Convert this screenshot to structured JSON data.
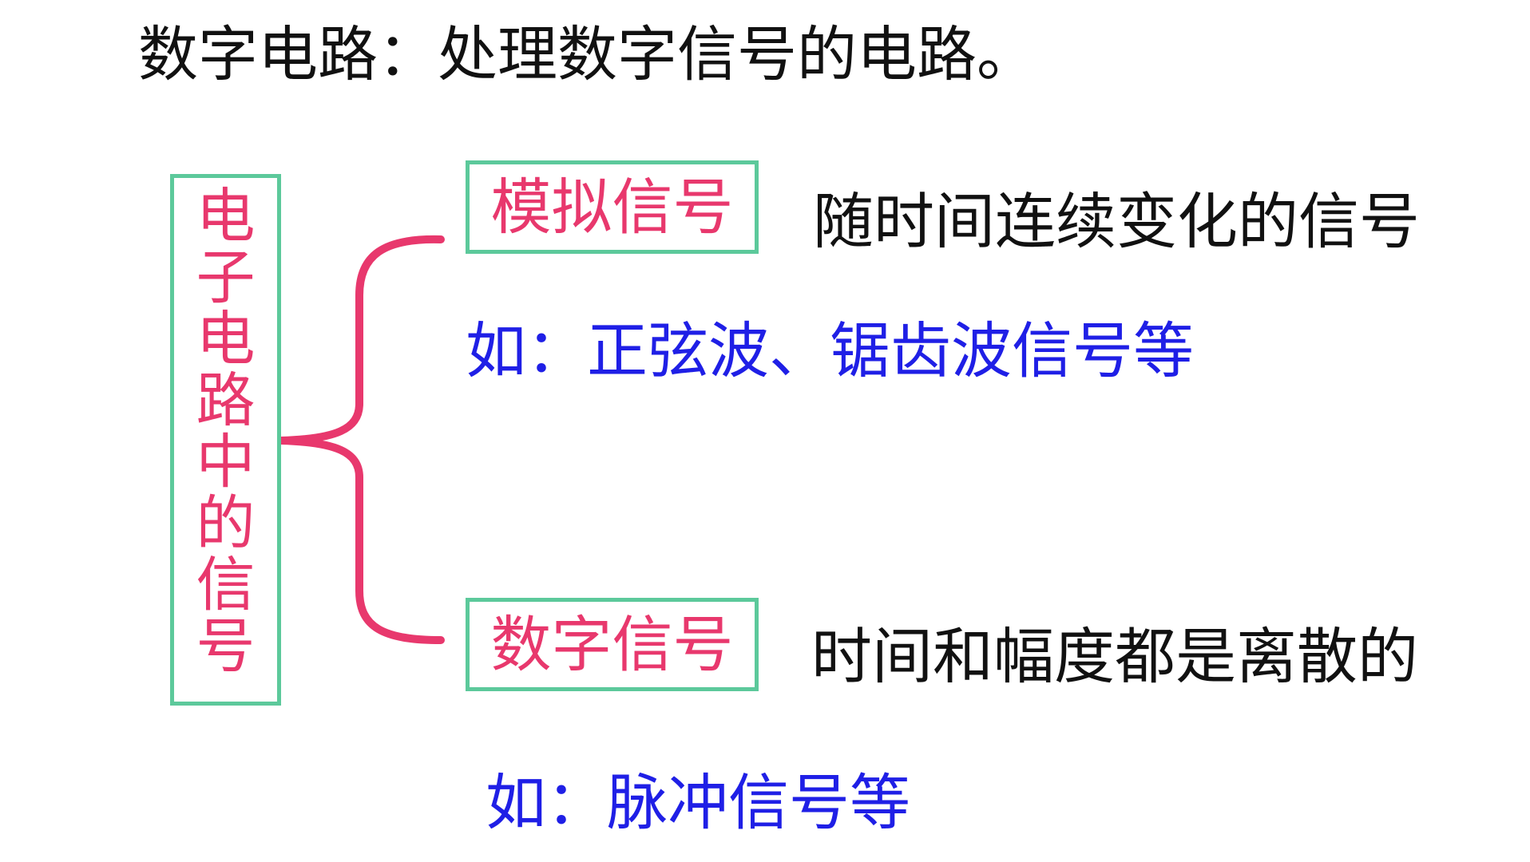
{
  "title": "数字电路：处理数字信号的电路。",
  "root": {
    "label": "电子电路中的信号"
  },
  "branches": [
    {
      "label": "模拟信号",
      "description": "随时间连续变化的信号",
      "example": "如：正弦波、锯齿波信号等"
    },
    {
      "label": "数字信号",
      "description": "时间和幅度都是离散的",
      "example": "如：脉冲信号等"
    }
  ],
  "colors": {
    "background": "#ffffff",
    "box_border": "#5cc99b",
    "label_text": "#e8386d",
    "brace": "#e8386d",
    "description_text": "#111111",
    "example_text": "#1f1fe6"
  }
}
